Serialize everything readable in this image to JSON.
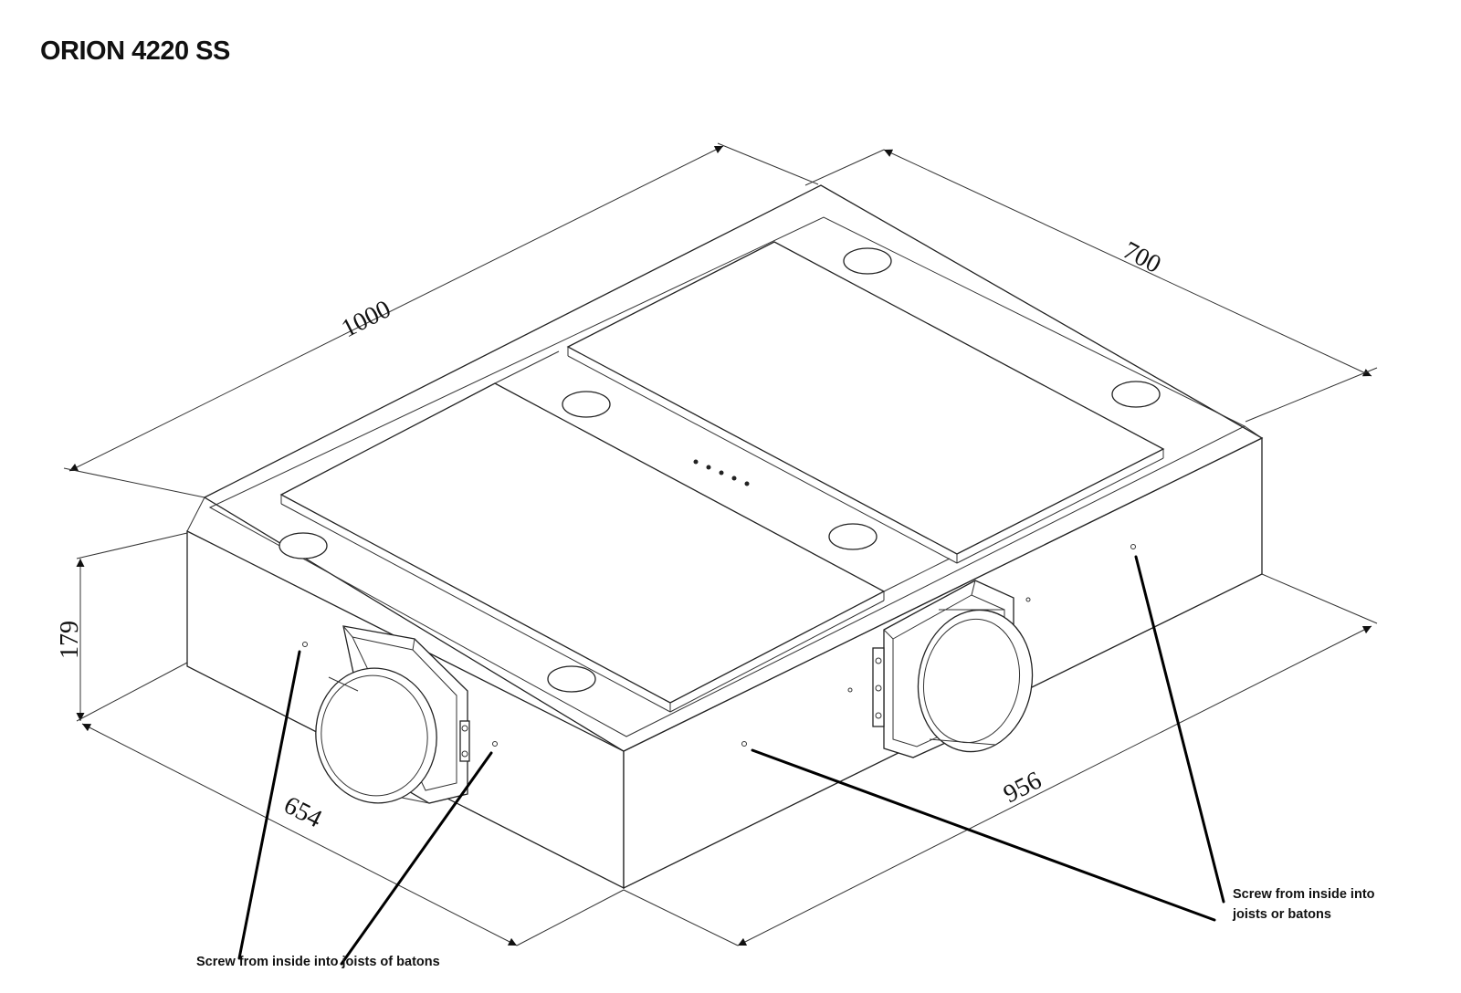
{
  "title": "ORION 4220 SS",
  "dimensions": {
    "length": "1000",
    "depth": "700",
    "height": "179",
    "cutout_depth": "654",
    "cutout_length": "956"
  },
  "notes": {
    "left": "Screw from inside into joists of batons",
    "right_line1": "Screw from inside into",
    "right_line2": "joists or batons"
  }
}
